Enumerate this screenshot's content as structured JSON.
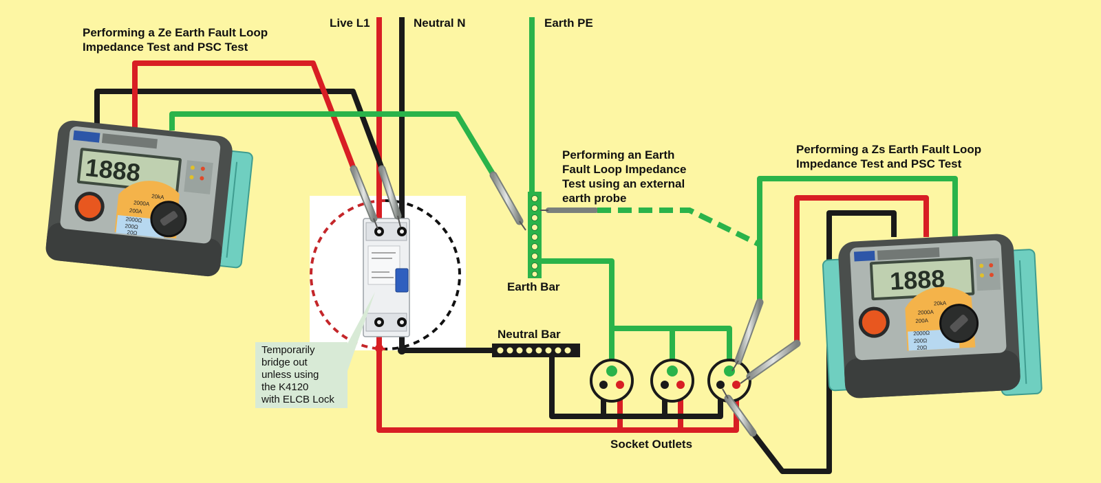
{
  "labels": {
    "live": "Live L1",
    "neutral": "Neutral N",
    "earth": "Earth PE",
    "ze_test": "Performing a Ze Earth Fault Loop\nImpedance Test and PSC Test",
    "probe_test": "Performing an Earth\nFault Loop Impedance\nTest using an external\nearth probe",
    "zs_test": "Performing a Zs Earth Fault Loop\nImpedance Test and PSC Test",
    "earth_bar": "Earth Bar",
    "neutral_bar": "Neutral Bar",
    "socket_outlets": "Socket Outlets",
    "bridge_note": "Temporarily\nbridge out\nunless using\nthe K4120\nwith ELCB Lock"
  },
  "tester_left": {
    "display": "1888",
    "dial_labels": [
      "20kA",
      "2000A",
      "200A",
      "2000Ω",
      "200Ω",
      "20Ω"
    ]
  },
  "tester_right": {
    "display": "1888",
    "dial_labels": [
      "20kA",
      "2000A",
      "200A",
      "2000Ω",
      "200Ω",
      "20Ω"
    ]
  },
  "colors": {
    "background": "#fdf6a3",
    "live": "#d81e24",
    "neutral": "#1a1a1a",
    "earth": "#2ab34a",
    "tester_body": "#4a4e4c",
    "tester_bumper": "#6fcfc0",
    "tester_panel": "#aeb6b2"
  }
}
